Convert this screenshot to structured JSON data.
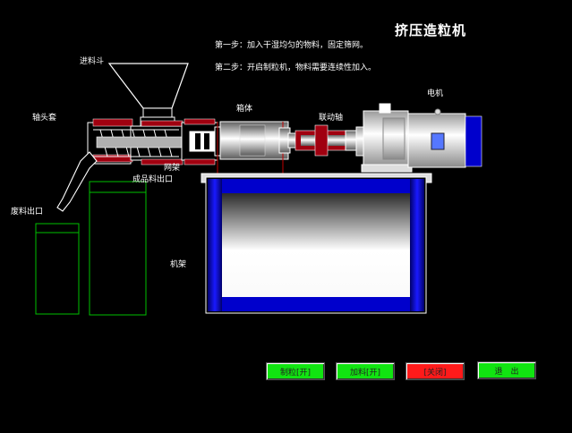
{
  "header": {
    "title": "挤压造粒机",
    "step1": "第一步：加入干湿均匀的物料，固定筛网。",
    "step2": "第二步：开启制粒机，物料需要连续性加入。"
  },
  "labels": {
    "hopper": "进料斗",
    "shaft_sleeve": "轴头套",
    "box": "箱体",
    "coupling": "联动轴",
    "motor": "电机",
    "screen": "网架",
    "product_outlet": "成品料出口",
    "waste_outlet": "废料出口",
    "frame": "机架"
  },
  "buttons": {
    "granulate": "制粒[开]",
    "feed": "加料[开]",
    "auto": "[关闭]",
    "exit": "退　出"
  },
  "colors": {
    "button_green": "#11e411",
    "button_red": "#ff1a1a",
    "frame_blue": "#0000cc",
    "bin_green": "#00c000"
  }
}
